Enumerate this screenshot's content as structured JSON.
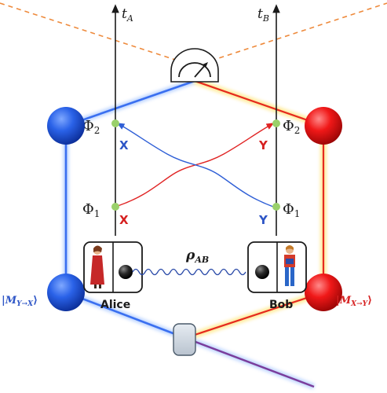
{
  "axis_a": {
    "label_base": "t",
    "label_sub": "A"
  },
  "axis_b": {
    "label_base": "t",
    "label_sub": "B"
  },
  "phases": {
    "a2": {
      "base": "Φ",
      "sub": "2"
    },
    "a1": {
      "base": "Φ",
      "sub": "1"
    },
    "b2": {
      "base": "Φ",
      "sub": "2"
    },
    "b1": {
      "base": "Φ",
      "sub": "1"
    }
  },
  "inputs": {
    "alice_top": "X",
    "bob_top": "Y",
    "alice_bottom": "X",
    "bob_bottom": "Y"
  },
  "labs": {
    "alice": "Alice",
    "bob": "Bob"
  },
  "state": {
    "base": "ρ",
    "sub": "AB"
  },
  "memories": {
    "left": {
      "bar": "|",
      "base": "M",
      "sub": "Y→X",
      "ket": "⟩"
    },
    "right": {
      "bar": "|",
      "base": "M",
      "sub": "X→Y",
      "ket": "⟩"
    }
  },
  "colors": {
    "blue": "#2f5fd6",
    "blue_text": "#2d55c6",
    "red": "#e02424",
    "red_text": "#d62020",
    "orange_dashed": "#ee8a3c",
    "green_node": "#9ad06a",
    "yellow_glow": "#ffe88a",
    "purple": "#7a3d9c"
  }
}
